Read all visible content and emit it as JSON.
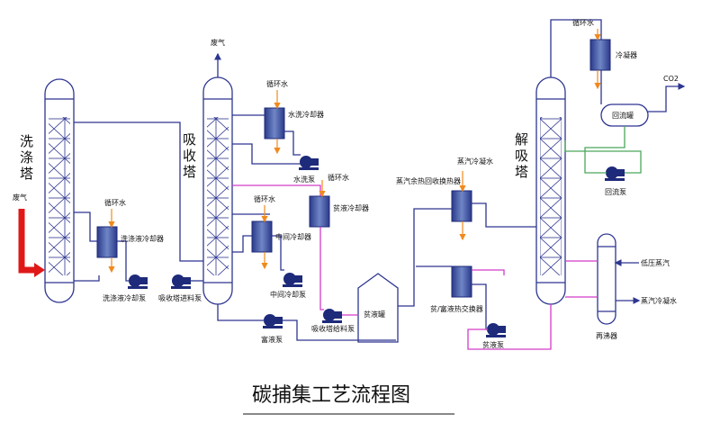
{
  "title": "碳捕集工艺流程图",
  "columns": {
    "washer": "洗涤塔",
    "absorber": "吸收塔",
    "stripper": "解吸塔"
  },
  "labels": {
    "flue_gas_in": "废气",
    "flue_gas_out": "废气",
    "co2": "CO2",
    "cooling_water_1": "循环水",
    "cooling_water_2": "循环水",
    "cooling_water_3": "循环水",
    "cooling_water_4": "循环水",
    "cooling_water_5": "循环水",
    "steam_condensate_top": "蒸汽冷凝水",
    "wash_cooler": "洗涤液冷却器",
    "wash_pump": "洗涤液冷却泵",
    "absorber_feed_pump": "吸收塔进料泵",
    "water_wash_cooler": "水洗冷却器",
    "water_wash_pump": "水洗泵",
    "lean_cooler": "贫液冷却器",
    "intercooler": "中间冷却器",
    "intercooler_pump": "中间冷却泵",
    "rich_pump": "富液泵",
    "absorber_lean_pump": "吸收塔给料泵",
    "lean_tank": "贫液罐",
    "steam_heat_recovery": "蒸汽余热回收换热器",
    "lean_rich_hx": "贫/富液热交换器",
    "lean_pump": "贫液泵",
    "condenser": "冷凝器",
    "reflux_drum": "回流罐",
    "reflux_pump": "回流泵",
    "reboiler": "再沸器",
    "lp_steam": "低压蒸汽",
    "steam_condensate": "蒸汽冷凝水"
  },
  "colors": {
    "process_line": "#2d3590",
    "lean_line": "#d23cc8",
    "reflux_line": "#4aa85a",
    "cooling_water": "#f08a1c",
    "flue_gas_arrow": "#e01818",
    "equipment": "#1e2a7a"
  }
}
